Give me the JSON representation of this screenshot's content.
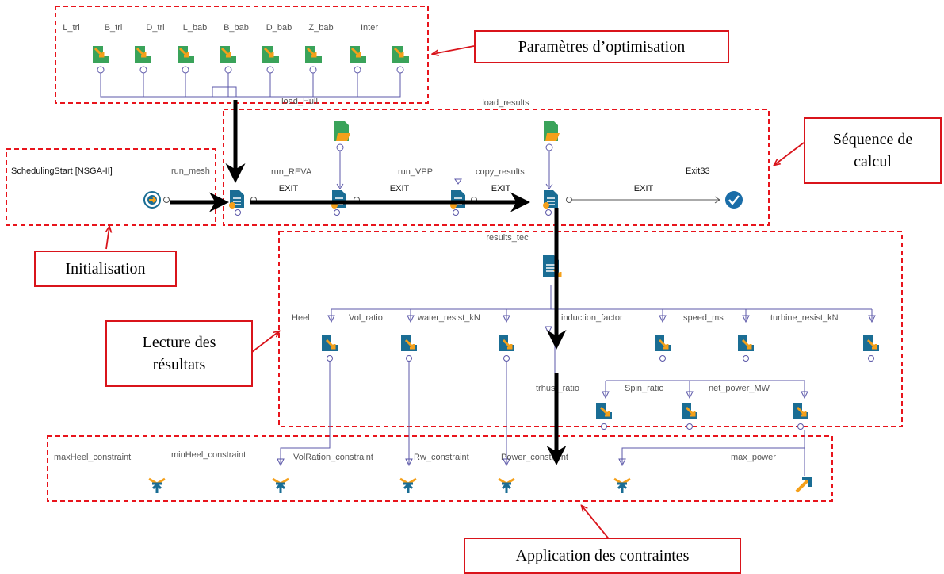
{
  "param_labels": [
    "L_tri",
    "B_tri",
    "D_tri",
    "L_bab",
    "B_bab",
    "D_bab",
    "Z_bab",
    "Inter"
  ],
  "sequence": {
    "scheduling_start": "SchedulingStart [NSGA-II]",
    "run_mesh": "run_mesh",
    "load_hull": "load_Hull",
    "load_results": "load_results",
    "run_reva": "run_REVA",
    "run_vpp": "run_VPP",
    "copy_results": "copy_results",
    "exit33": "Exit33",
    "exit_labels": [
      "EXIT",
      "EXIT",
      "EXIT",
      "EXIT"
    ]
  },
  "results": {
    "results_tec": "results_tec",
    "outputs": [
      "Heel",
      "Vol_ratio",
      "water_resist_kN",
      "induction_factor",
      "speed_ms",
      "turbine_resist_kN"
    ],
    "sub_outputs": [
      "trhust_ratio",
      "Spin_ratio",
      "net_power_MW"
    ]
  },
  "constraints": [
    "maxHeel_constraint",
    "minHeel_constraint",
    "VolRation_constraint",
    "Rw_constraint",
    "Power_constraint",
    "max_power"
  ],
  "callouts": {
    "params": "Paramètres d’optimisation",
    "sequence_line1": "Séquence de",
    "sequence_line2": "calcul",
    "init": "Initialisation",
    "lecture_line1": "Lecture des",
    "lecture_line2": "résultats",
    "application": "Application des contraintes"
  },
  "colors": {
    "dashed_red": "#e8141c",
    "green_node": "#3aa35a",
    "teal_node": "#1a6d94",
    "orange_accent": "#f5a01a",
    "wire": "#5b57a8",
    "check_blue": "#1a6da8"
  }
}
